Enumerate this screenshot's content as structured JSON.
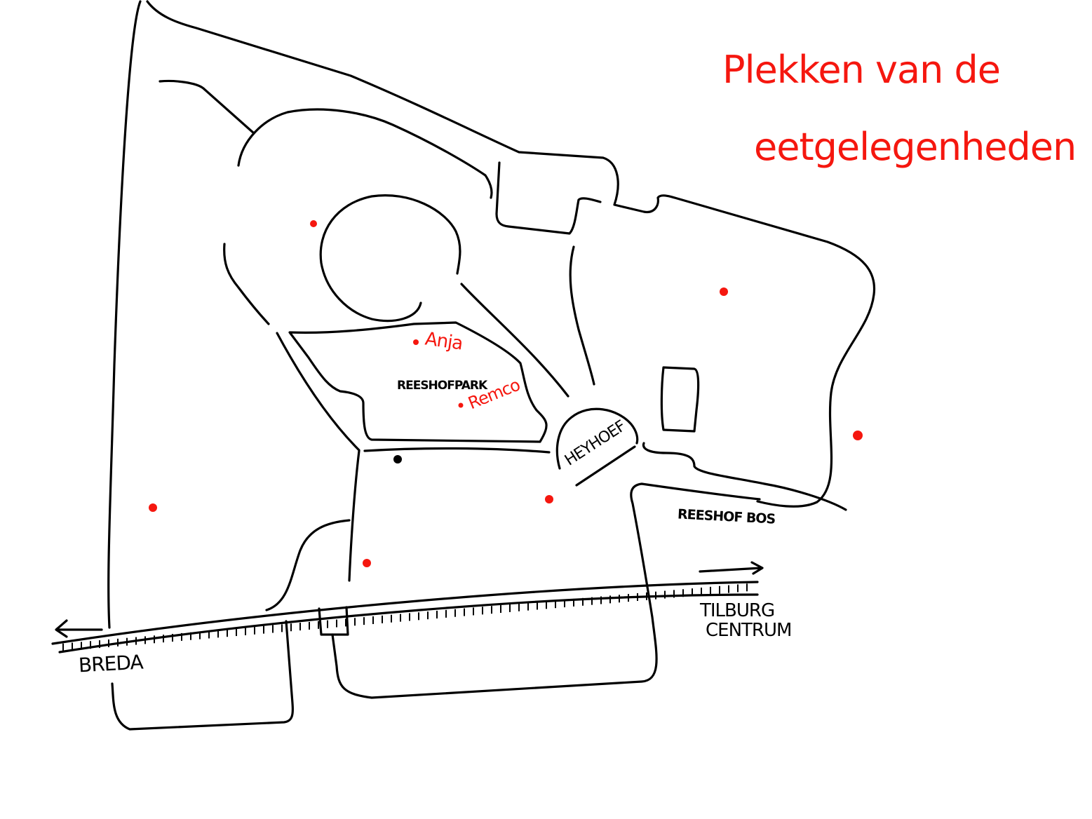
{
  "title": {
    "line1": "Plekken van de",
    "line2": "eetgelegenheden"
  },
  "labels": {
    "park": "REESHOFPARK",
    "heyhoef": "HEYHOEF",
    "bos": "REESHOF BOS",
    "tilburg_line1": "TILBURG",
    "tilburg_line2": "CENTRUM",
    "breda": "BREDA"
  },
  "places": [
    {
      "name": "Anja"
    },
    {
      "name": "Remco"
    }
  ],
  "colors": {
    "accent": "#f5170f",
    "ink": "#000000"
  }
}
